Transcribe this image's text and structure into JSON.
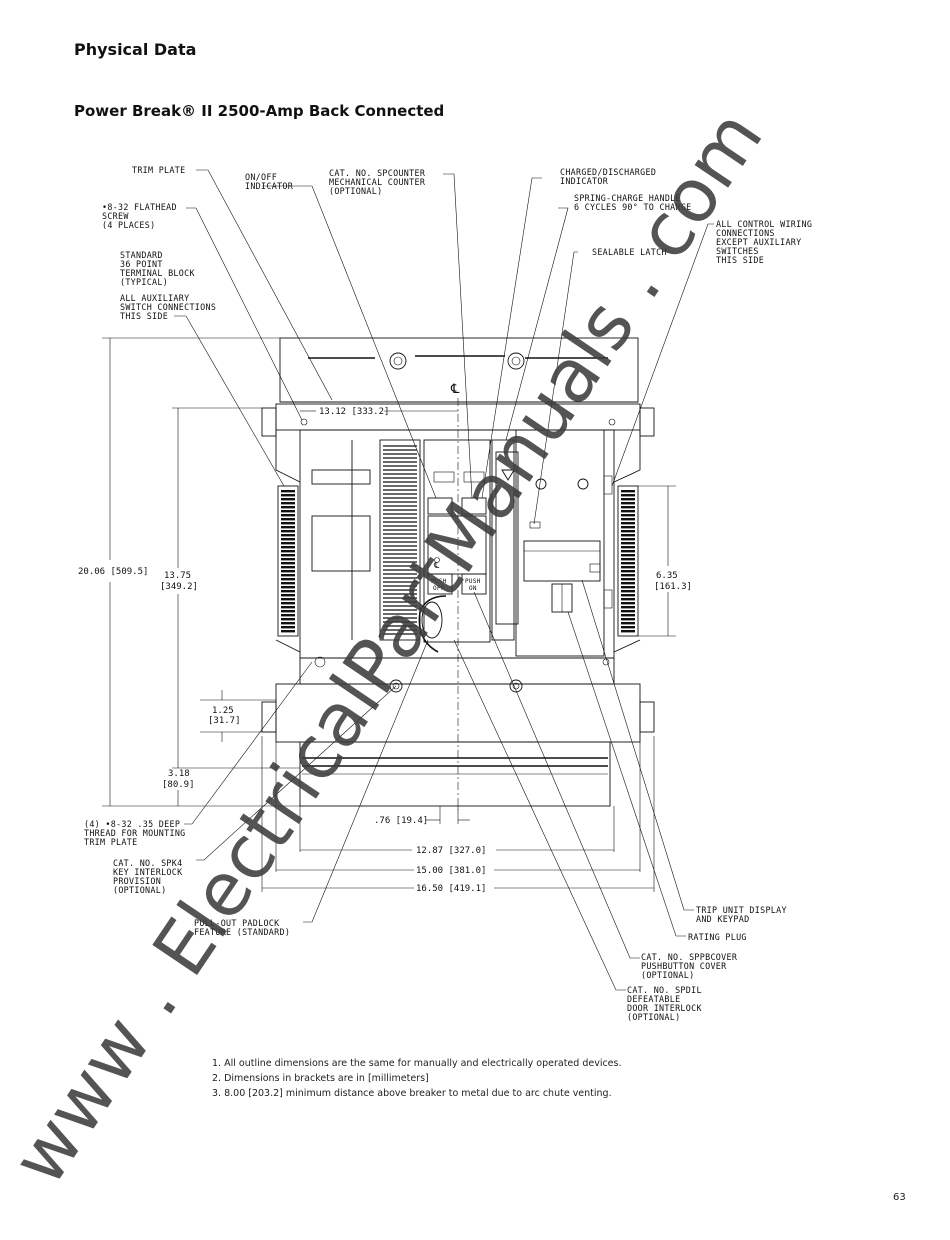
{
  "page": {
    "section_title": "Physical Data",
    "drawing_title": "Power Break® II 2500-Amp Back Connected",
    "page_number": "63",
    "watermark": "www . ElectricalPartManuals . com"
  },
  "callouts": {
    "trim_plate": "TRIM PLATE",
    "flathead_screw": [
      "•8-32 FLATHEAD",
      "SCREW",
      "(4 PLACES)"
    ],
    "terminal_block": [
      "STANDARD",
      "36 POINT",
      "TERMINAL BLOCK",
      "(TYPICAL)"
    ],
    "aux_switch": [
      "ALL AUXILIARY",
      "SWITCH CONNECTIONS",
      "THIS SIDE"
    ],
    "on_off_indicator": [
      "ON/OFF",
      "INDICATOR"
    ],
    "counter": [
      "CAT. NO. SPCOUNTER",
      "MECHANICAL COUNTER",
      "(OPTIONAL)"
    ],
    "charged_indicator": [
      "CHARGED/DISCHARGED",
      "INDICATOR"
    ],
    "spring_charge": [
      "SPRING-CHARGE HANDLE",
      "6 CYCLES 90° TO CHARGE"
    ],
    "sealable_latch": "SEALABLE LATCH",
    "control_wiring": [
      "ALL CONTROL WIRING",
      "CONNECTIONS",
      "EXCEPT AUXILIARY",
      "SWITCHES",
      "THIS SIDE"
    ],
    "mounting_thread": [
      "(4) •8-32 .35 DEEP",
      "THREAD FOR MOUNTING",
      "TRIM PLATE"
    ],
    "key_interlock": [
      "CAT. NO. SPK4",
      "KEY INTERLOCK",
      "PROVISION",
      "(OPTIONAL)"
    ],
    "padlock": [
      "PULL-OUT PADLOCK",
      "FEATURE (STANDARD)"
    ],
    "trip_unit": [
      "TRIP UNIT DISPLAY",
      "AND KEYPAD"
    ],
    "rating_plug": "RATING PLUG",
    "pushbutton_cover": [
      "CAT. NO. SPPBCOVER",
      "PUSHBUTTON COVER",
      "(OPTIONAL)"
    ],
    "door_interlock": [
      "CAT. NO. SPDIL",
      "DEFEATABLE",
      "DOOR INTERLOCK",
      "(OPTIONAL)"
    ],
    "push_off": [
      "PUSH",
      "OFF"
    ],
    "push_on": [
      "PUSH",
      "ON"
    ],
    "centerline": "℄"
  },
  "dimensions": {
    "d_13_12": "13.12 [333.2]",
    "d_20_06": "20.06 [509.5]",
    "d_13_75": [
      "13.75",
      "[349.2]"
    ],
    "d_6_35": [
      "6.35",
      "[161.3]"
    ],
    "d_1_25": [
      "1.25",
      "[31.7]"
    ],
    "d_3_18": [
      "3.18",
      "[80.9]"
    ],
    "d_0_76": ".76 [19.4]",
    "d_12_87": "12.87 [327.0]",
    "d_15_00": "15.00 [381.0]",
    "d_16_50": "16.50 [419.1]"
  },
  "notes": [
    "1.  All outline dimensions are the same for manually and electrically operated devices.",
    "2.  Dimensions in brackets are in [millimeters]",
    "3.  8.00 [203.2] minimum distance above breaker to metal due to arc chute venting."
  ]
}
